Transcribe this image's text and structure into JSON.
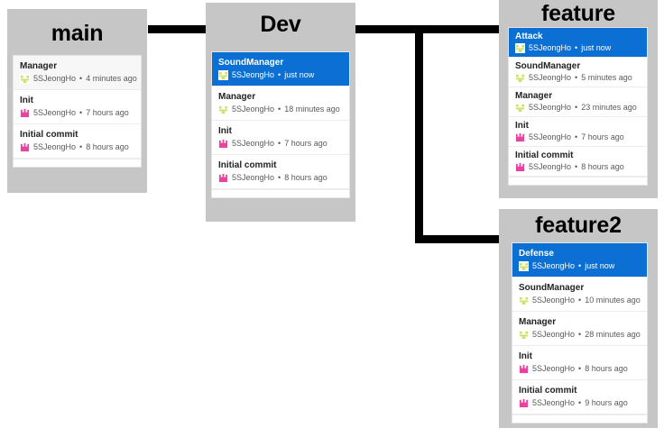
{
  "author": "5SJeongHo",
  "separator": "•",
  "colors": {
    "selected_row": "#0b6fd4",
    "panel_bg": "#c6c6c6",
    "list_bg": "#ffffff",
    "connector": "#000000",
    "avatar_green": "#cfe06a",
    "avatar_pink": "#e8449e"
  },
  "branches": [
    {
      "name": "main",
      "title": "main",
      "commits": [
        {
          "message": "Manager",
          "author": "5SJeongHo",
          "time": "4 minutes ago",
          "avatar": "identicon-green",
          "selected": false,
          "alt": true
        },
        {
          "message": "Init",
          "author": "5SJeongHo",
          "time": "7 hours ago",
          "avatar": "identicon-pink",
          "selected": false,
          "alt": false
        },
        {
          "message": "Initial commit",
          "author": "5SJeongHo",
          "time": "8 hours ago",
          "avatar": "identicon-pink",
          "selected": false,
          "alt": false
        }
      ]
    },
    {
      "name": "Dev",
      "title": "Dev",
      "commits": [
        {
          "message": "SoundManager",
          "author": "5SJeongHo",
          "time": "just now",
          "avatar": "identicon-green",
          "selected": true,
          "alt": false
        },
        {
          "message": "Manager",
          "author": "5SJeongHo",
          "time": "18 minutes ago",
          "avatar": "identicon-green",
          "selected": false,
          "alt": false
        },
        {
          "message": "Init",
          "author": "5SJeongHo",
          "time": "7 hours ago",
          "avatar": "identicon-pink",
          "selected": false,
          "alt": false
        },
        {
          "message": "Initial commit",
          "author": "5SJeongHo",
          "time": "8 hours ago",
          "avatar": "identicon-pink",
          "selected": false,
          "alt": false
        }
      ]
    },
    {
      "name": "feature",
      "title": "feature",
      "commits": [
        {
          "message": "Attack",
          "author": "5SJeongHo",
          "time": "just now",
          "avatar": "identicon-green",
          "selected": true,
          "alt": false
        },
        {
          "message": "SoundManager",
          "author": "5SJeongHo",
          "time": "5 minutes ago",
          "avatar": "identicon-green",
          "selected": false,
          "alt": false
        },
        {
          "message": "Manager",
          "author": "5SJeongHo",
          "time": "23 minutes ago",
          "avatar": "identicon-green",
          "selected": false,
          "alt": false
        },
        {
          "message": "Init",
          "author": "5SJeongHo",
          "time": "7 hours ago",
          "avatar": "identicon-pink",
          "selected": false,
          "alt": false
        },
        {
          "message": "Initial commit",
          "author": "5SJeongHo",
          "time": "8 hours ago",
          "avatar": "identicon-pink",
          "selected": false,
          "alt": false
        }
      ]
    },
    {
      "name": "feature2",
      "title": "feature2",
      "commits": [
        {
          "message": "Defense",
          "author": "5SJeongHo",
          "time": "just now",
          "avatar": "identicon-green",
          "selected": true,
          "alt": false
        },
        {
          "message": "SoundManager",
          "author": "5SJeongHo",
          "time": "10 minutes ago",
          "avatar": "identicon-green",
          "selected": false,
          "alt": false
        },
        {
          "message": "Manager",
          "author": "5SJeongHo",
          "time": "28 minutes ago",
          "avatar": "identicon-green",
          "selected": false,
          "alt": false
        },
        {
          "message": "Init",
          "author": "5SJeongHo",
          "time": "8 hours ago",
          "avatar": "identicon-pink",
          "selected": false,
          "alt": false
        },
        {
          "message": "Initial commit",
          "author": "5SJeongHo",
          "time": "9 hours ago",
          "avatar": "identicon-pink",
          "selected": false,
          "alt": false
        }
      ]
    }
  ]
}
